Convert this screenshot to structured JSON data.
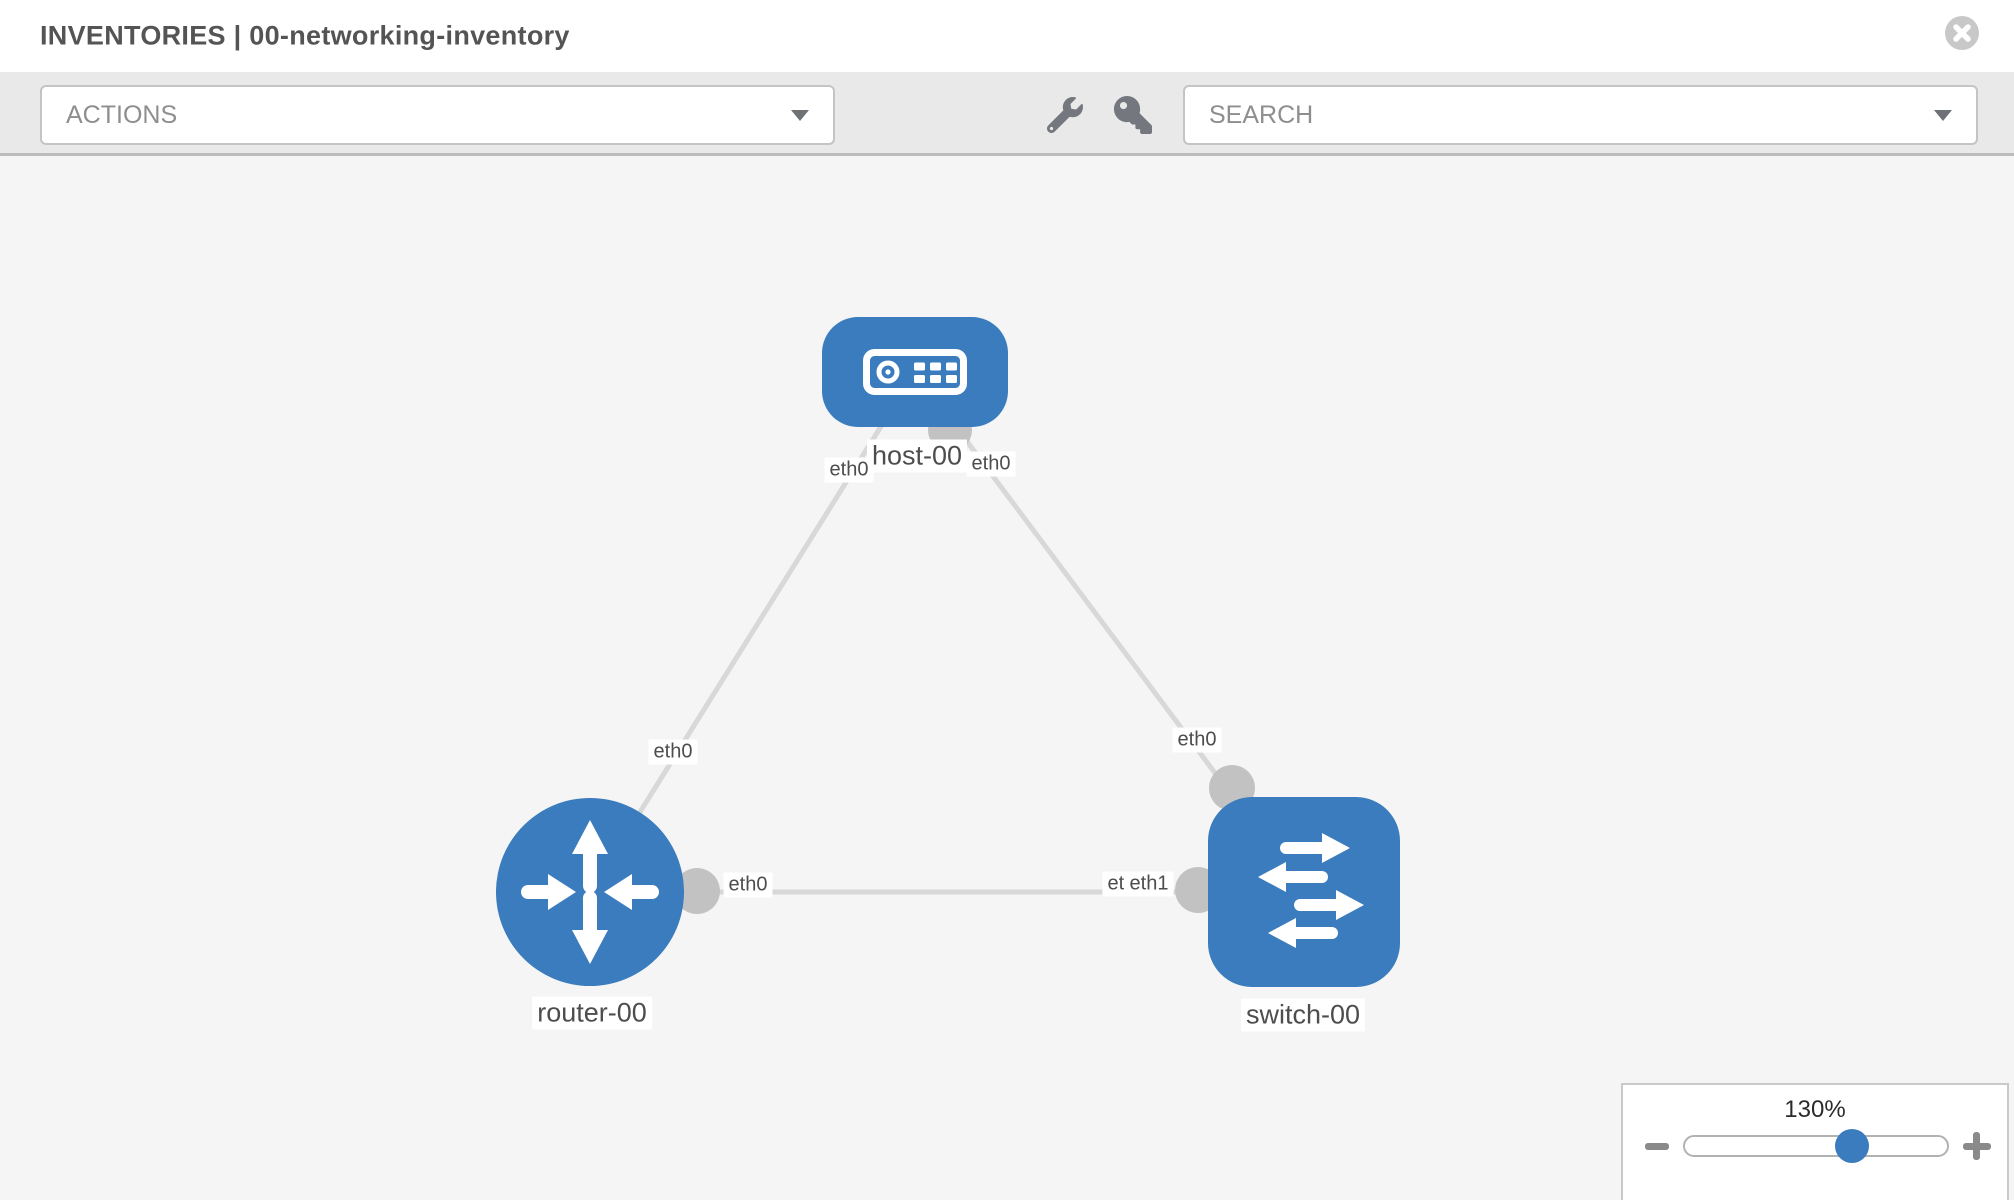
{
  "header": {
    "title": "INVENTORIES | 00-networking-inventory"
  },
  "toolbar": {
    "actions_label": "ACTIONS",
    "search_placeholder": "SEARCH"
  },
  "topology": {
    "nodes": [
      {
        "id": "host-00",
        "type": "host",
        "label": "host-00"
      },
      {
        "id": "router-00",
        "type": "router",
        "label": "router-00"
      },
      {
        "id": "switch-00",
        "type": "switch",
        "label": "switch-00"
      }
    ],
    "links": [
      {
        "from": "host-00",
        "to": "router-00",
        "from_iface": "eth0",
        "to_iface": "eth0"
      },
      {
        "from": "host-00",
        "to": "switch-00",
        "from_iface": "eth0",
        "to_iface": "eth0"
      },
      {
        "from": "router-00",
        "to": "switch-00",
        "from_iface": "eth0",
        "to_iface": "eth1"
      }
    ],
    "iface_labels": [
      {
        "text": "eth0"
      },
      {
        "text": "eth0"
      },
      {
        "text": "eth0"
      },
      {
        "text": "eth0"
      },
      {
        "text": "eth0"
      },
      {
        "text": "eth0"
      },
      {
        "text": "eth1"
      }
    ]
  },
  "zoom_control": {
    "value": "130%"
  },
  "colors": {
    "node_blue": "#3a7cbd",
    "link_gray": "#d8d8d8",
    "connector_gray": "#c2c2c2",
    "canvas_bg": "#f5f5f5",
    "toolbar_bg": "#e9e9e9"
  }
}
